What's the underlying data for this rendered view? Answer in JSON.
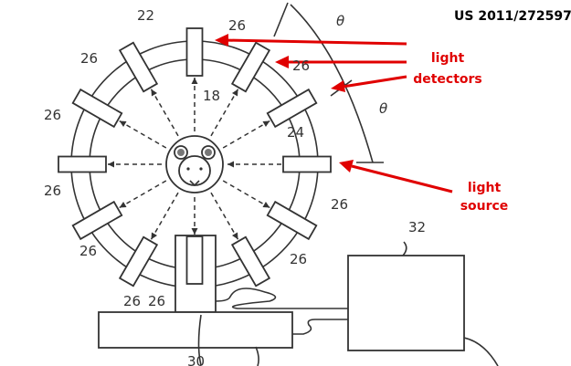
{
  "patent_number": "US 2011/272597",
  "annotations": {
    "detectors": [
      "light",
      "detectors"
    ],
    "source": [
      "light",
      "source"
    ]
  },
  "reference_numerals": {
    "ring": "22",
    "detector": "26",
    "subject": "18",
    "light_source": "24",
    "stand": "30",
    "controller": "32"
  },
  "angle_symbol": "θ",
  "colors": {
    "annotation": "#e00000",
    "line": "#333333"
  }
}
